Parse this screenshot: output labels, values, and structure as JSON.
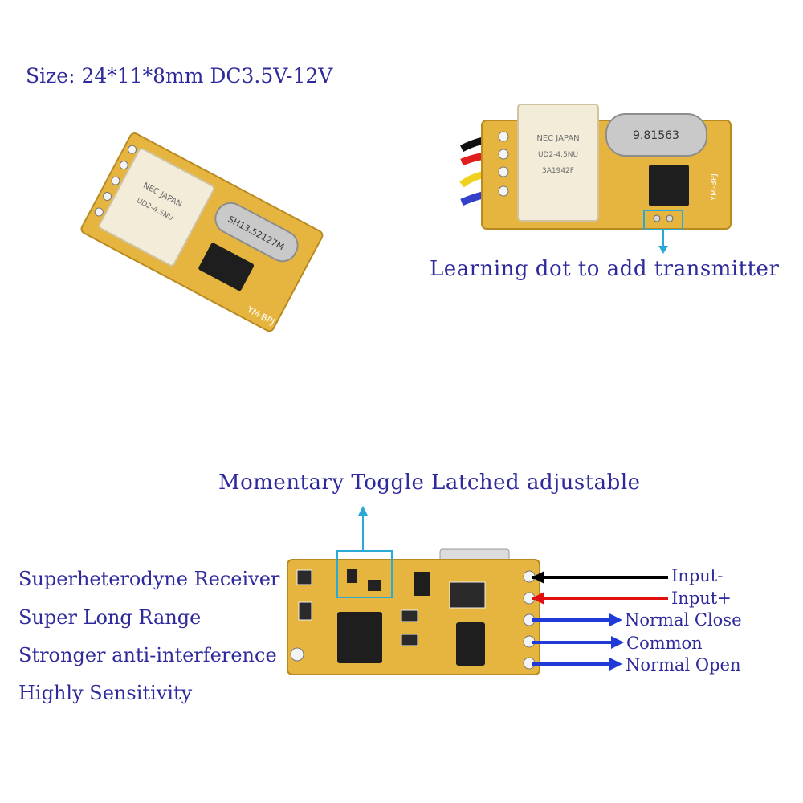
{
  "header": {
    "size_spec": "Size: 24*11*8mm  DC3.5V-12V"
  },
  "board_top": {
    "crystal_label": "SH13.52127M",
    "relay_label": "NEC JAPAN",
    "relay_model": "UD2-4.5NU",
    "board_mark": "YM-BPJ"
  },
  "board_right": {
    "crystal_label": "9.81563",
    "relay_label": "NEC JAPAN",
    "relay_model": "UD2-4.5NU",
    "relay_code": "3A1942F",
    "board_mark": "YM-BPJ"
  },
  "learning": {
    "label": "Learning dot to add transmitter"
  },
  "mode": {
    "label": "Momentary Toggle Latched adjustable"
  },
  "features": [
    "Superheterodyne Receiver",
    "Super Long Range",
    "Stronger anti-interference",
    "Highly Sensitivity"
  ],
  "pins": [
    {
      "label": "Input-",
      "color": "#000000"
    },
    {
      "label": "Input+",
      "color": "#e01010"
    },
    {
      "label": "Normal Close",
      "color": "#1f3ad6"
    },
    {
      "label": "Common",
      "color": "#1f3ad6"
    },
    {
      "label": "Normal Open",
      "color": "#1f3ad6"
    }
  ],
  "colors": {
    "text": "#2e2a9b",
    "pcb": "#e3b33c",
    "callout": "#2aa8d6"
  }
}
